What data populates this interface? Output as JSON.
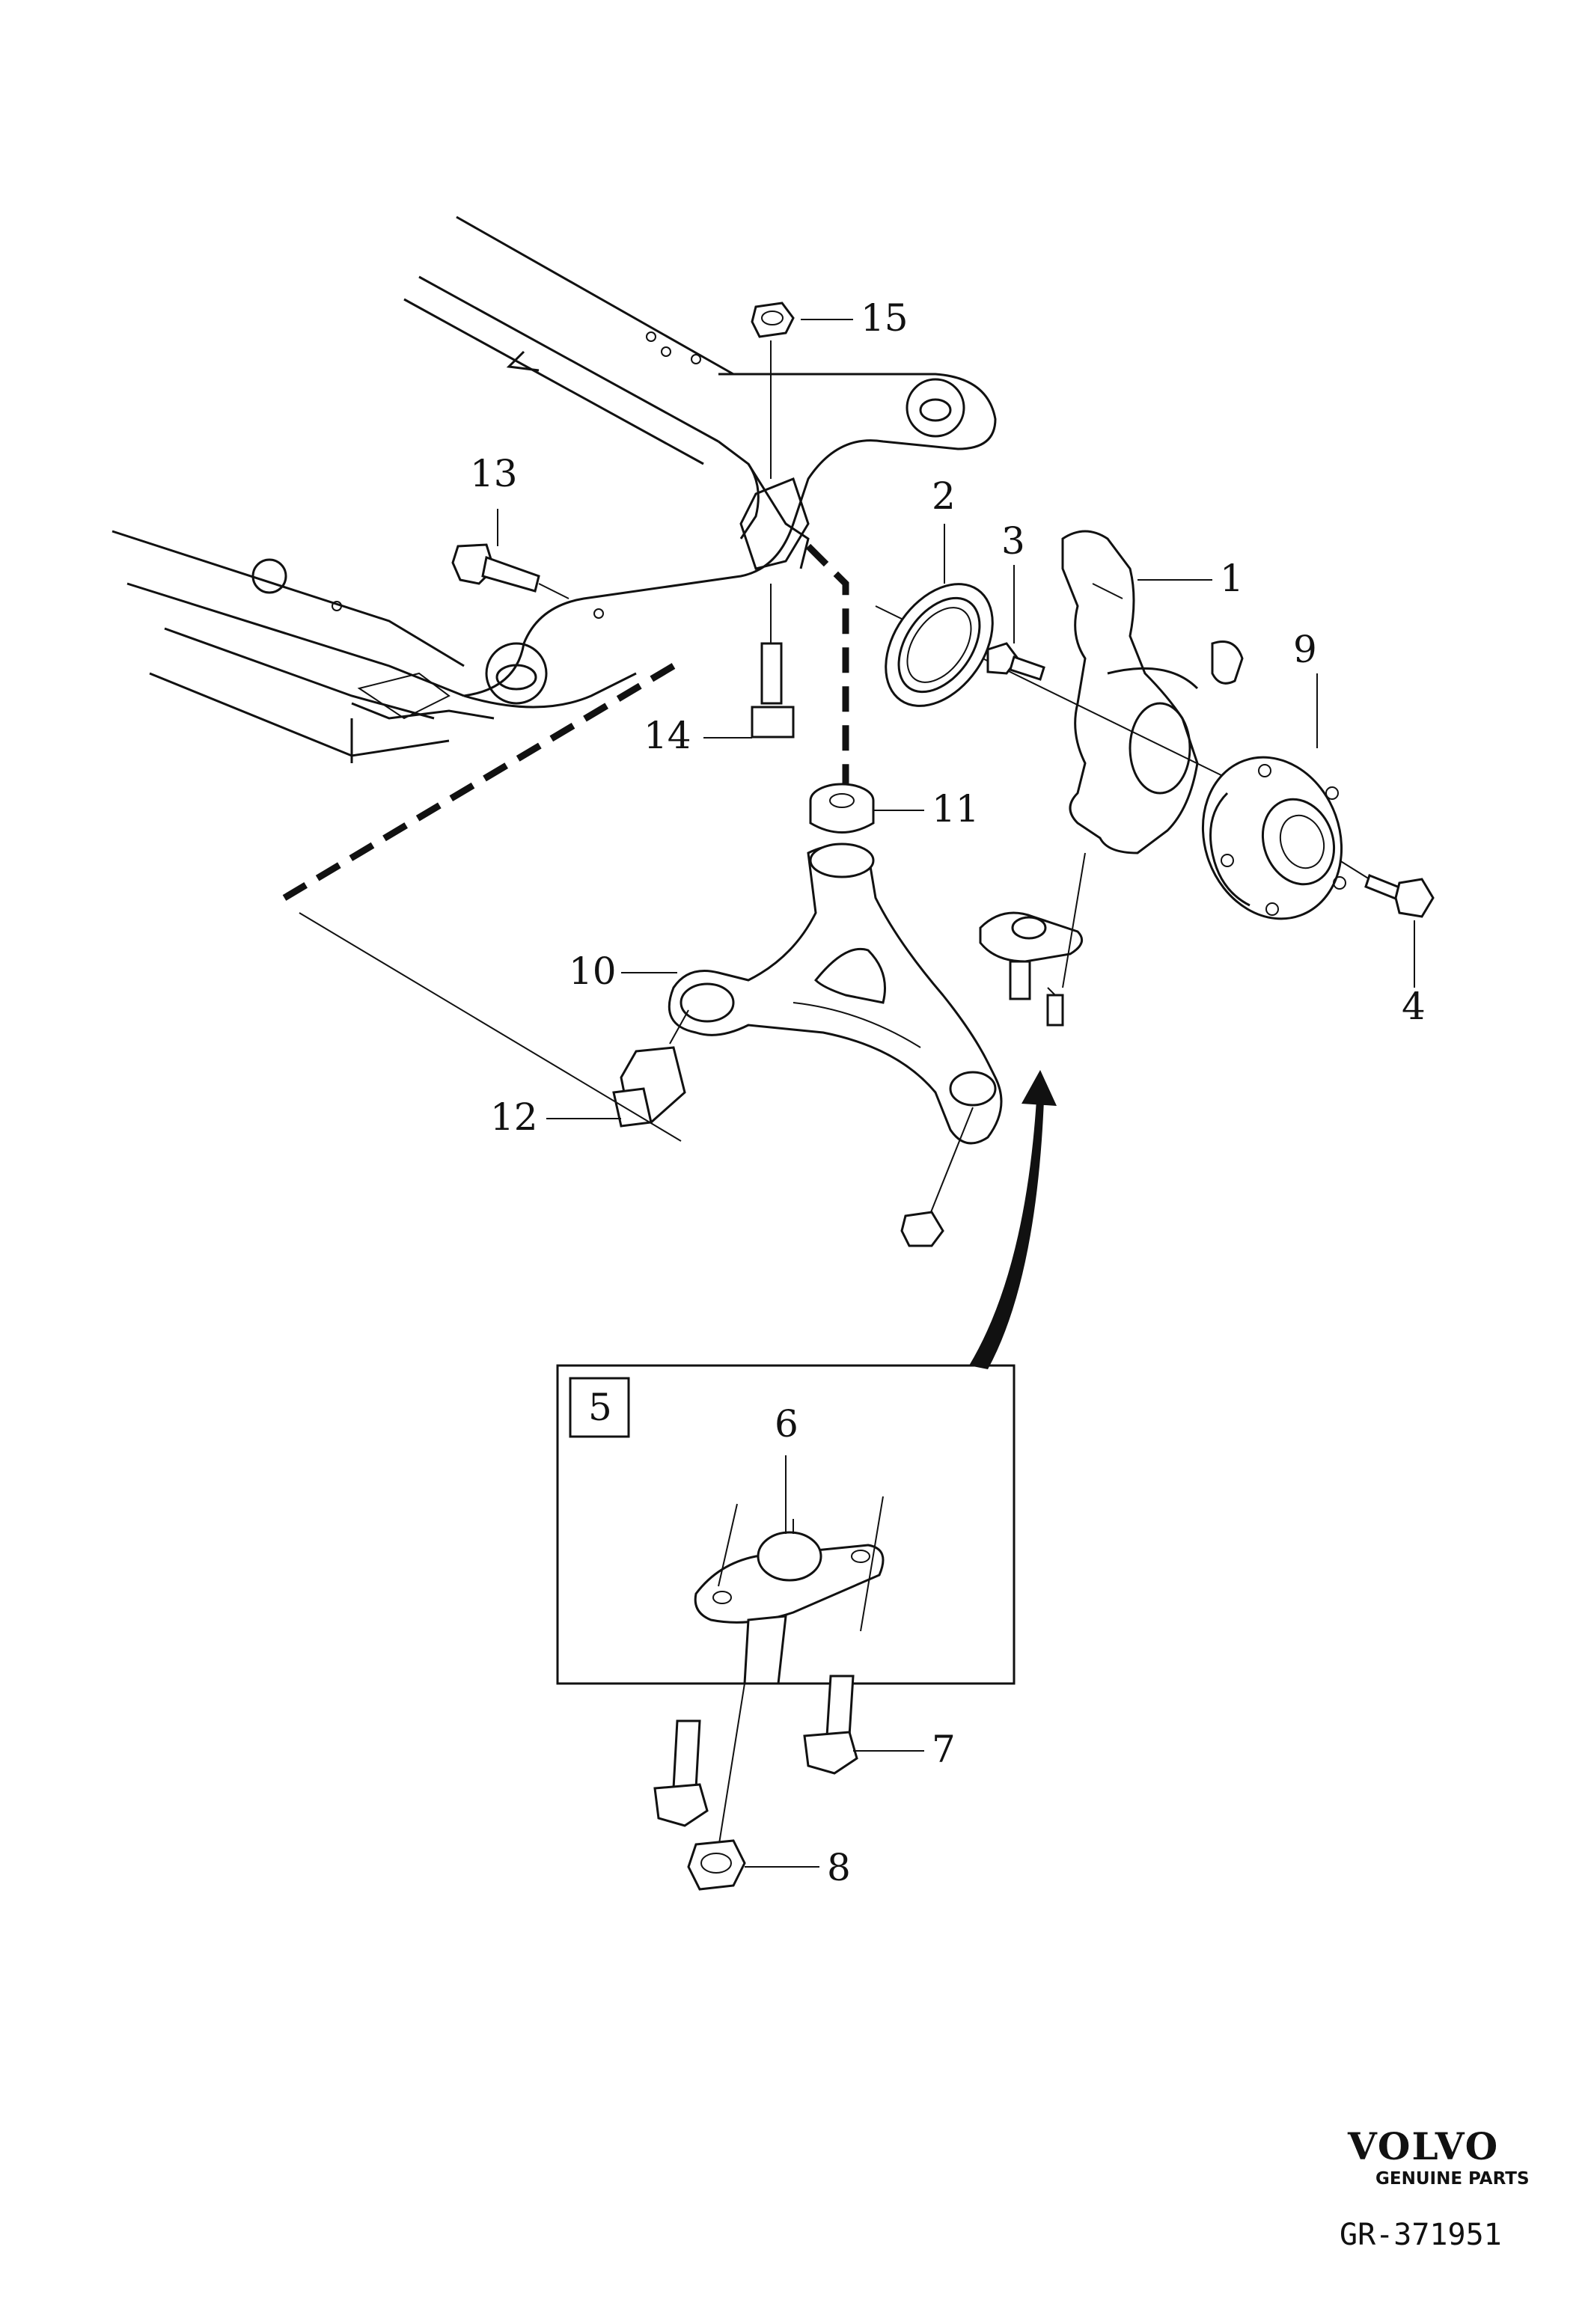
{
  "callouts": {
    "c1": "1",
    "c2": "2",
    "c3": "3",
    "c4": "4",
    "c5": "5",
    "c6": "6",
    "c7": "7",
    "c8": "8",
    "c9": "9",
    "c10": "10",
    "c11": "11",
    "c12": "12",
    "c13": "13",
    "c14": "14",
    "c15": "15"
  },
  "brand": {
    "name": "VOLVO",
    "tagline": "GENUINE PARTS"
  },
  "illustration_code": "GR-371951",
  "colors": {
    "line": "#111111",
    "background": "#ffffff"
  }
}
